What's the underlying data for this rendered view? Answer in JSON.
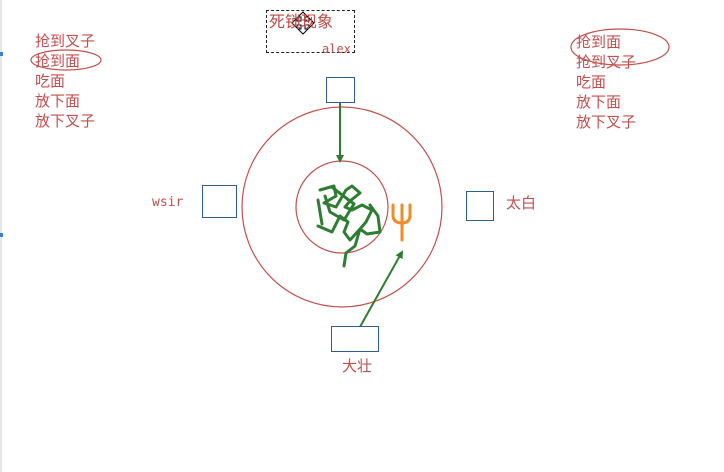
{
  "title": "死锁现象",
  "title_sub": "alex",
  "left_label": "wsir",
  "right_label": "太白",
  "bottom_label": "大壮",
  "left_list": [
    "抢到叉子",
    "抢到面",
    "吃面",
    "放下面",
    "放下叉子"
  ],
  "right_list": [
    "抢到面",
    "抢到叉子",
    "吃面",
    "放下面",
    "放下叉子"
  ],
  "colors": {
    "text": "#c0504d",
    "circle": "#c0504d",
    "box": "#2e5d8a",
    "arrow": "#2e7d32",
    "scribble": "#2e7d32",
    "fork": "#f08a2a"
  },
  "icons": [
    "move-cursor-icon",
    "fork-icon"
  ]
}
